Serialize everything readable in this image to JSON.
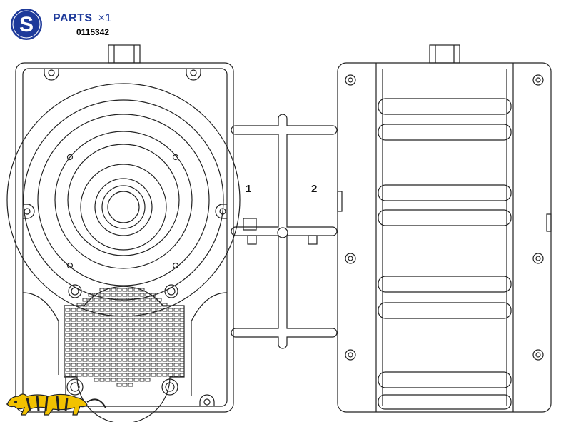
{
  "header": {
    "badge_letter": "S",
    "title": "PARTS",
    "quantity": "×1",
    "part_number": "0115342"
  },
  "callouts": {
    "part_1": "1",
    "part_2": "2"
  },
  "colors": {
    "badge_blue": "#1e3a9a",
    "line": "#222222",
    "logo_yellow": "#f2c200"
  },
  "icons": {
    "logo": "tiger-logo-icon"
  }
}
